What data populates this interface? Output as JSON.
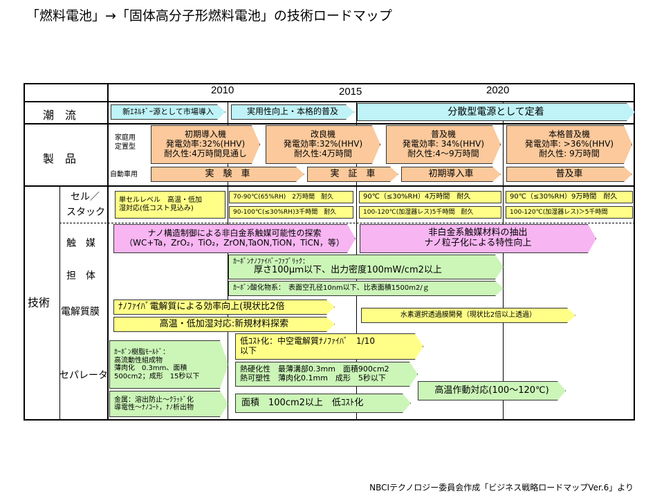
{
  "title": "「燃料電池」→「固体高分子形燃料電池」の技術ロードマップ",
  "years": [
    "2010",
    "2015",
    "2020"
  ],
  "rows": {
    "trend": "潮　流",
    "product": "製　品",
    "tech": "技術"
  },
  "sublabels": {
    "home": [
      "家庭用",
      "定置型"
    ],
    "car": "自動車用",
    "cell": [
      "セル／",
      "スタック"
    ],
    "catalyst": "触　媒",
    "support": "担　体",
    "electrolyte": "電解質膜",
    "separator": "セパレータ"
  },
  "trend": {
    "a1": "新ｴﾈﾙｷﾞｰ源として市場導入",
    "a2": "実用性向上・本格的普及",
    "a3": "分散型電源として定着"
  },
  "home": [
    [
      "初期導入機",
      "発電効率:32%(HHV)",
      "耐久性:4万時間見通し"
    ],
    [
      "改良機",
      "発電効率:32%(HHV)",
      "耐久性:4万時間"
    ],
    [
      "普及機",
      "発電効率: 34%(HHV)",
      "耐久性:4～9万時間"
    ],
    [
      "本格普及機",
      "発電効率: >36%(HHV)",
      "耐久性: 9万時間"
    ]
  ],
  "car": [
    "実　験　車",
    "実　証　車",
    "初期導入車",
    "普及車"
  ],
  "cell": {
    "left": [
      "単セルレベル　高温・低加",
      "湿対応(低コスト見込み)"
    ],
    "r1": [
      "70-90℃(65%RH)　2万時間　耐久",
      "90℃（≤30%RH）4万時間　耐久",
      "90℃（≤30%RH）9万時間　耐久"
    ],
    "r2": [
      "90-100℃(≤30%RH)3千時間　耐久",
      "100-120℃(加湿器レス)5千時間　耐久",
      "100-120℃(加湿器レス)＞5千時間"
    ]
  },
  "catalyst": {
    "a1": [
      "ナノ構造制御による非白金系触媒可能性の探索",
      "（WC+Ta，ZrO₂，TiO₂，ZrON,TaON,TiON，TiCN，等）"
    ],
    "a2": [
      "非白金系触媒材料の抽出",
      "ナノ粒子化による特性向上"
    ]
  },
  "support": {
    "a1": [
      "ｶｰﾎﾞﾝﾅﾉﾌｧｲﾊﾞｰﾌｧﾌﾞﾘｯｸ：",
      "厚さ100μｍ以下、出力密度100mW/cm2以上"
    ],
    "a2": "ｶｰﾎﾞﾝ酸化物系：　表面空孔径10nm以下、比表面積1500m2/ｇ"
  },
  "electrolyte": {
    "a1": "ﾅﾉﾌｧｲﾊﾞ電解質による効率向上(現状比2倍",
    "a2": "高温・低加湿対応:新規材料探索",
    "a3": "水素選択透過膜開発（現状比2倍以上透過）"
  },
  "separator": {
    "b1": [
      "ｶｰﾎﾞﾝ樹脂ﾓｰﾙﾄﾞ：",
      "高流動性組成物",
      "薄肉化　0.3mm、面積",
      "500cm2；成形　15秒以下"
    ],
    "b2": [
      "低ｺｽﾄ化：中空電解質ﾅﾉﾌｧｲﾊﾞ　1/10",
      "以下"
    ],
    "b3": [
      "熱硬化性　最薄溝部0.3mm　面積900cm2",
      "熱可塑性　薄肉化0.1mm　成形　5秒以下"
    ],
    "b4": "高温作動対応(100～120℃)",
    "b5": [
      "金属：溶出防止～ｸﾗｯﾄﾞ化",
      "導電性～ﾅﾉｺｰﾄ，ﾅﾉ析出物"
    ],
    "b6": "面積　100cm2以上　低ｺｽﾄ化"
  },
  "footer": "NBCIテクノロジー委員会作成「ビジネス戦略ロードマップVer.6」より",
  "colors": {
    "trend": "#bff3f7",
    "product": "#fbc99b",
    "cell": "#ffff88",
    "catalyst": "#f7b5f2",
    "support": "#ccf5b8"
  }
}
